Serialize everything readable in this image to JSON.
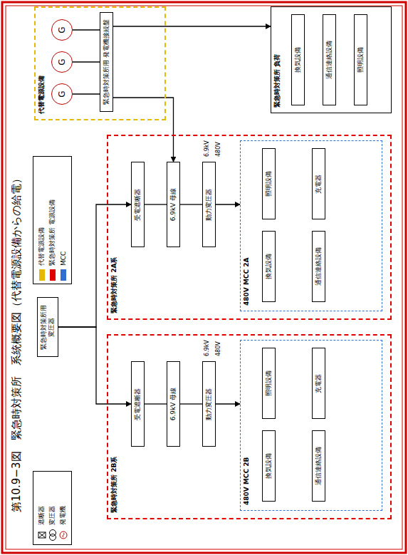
{
  "diagram": {
    "caption": "第10.9−3図　緊急時対策所　系統概要図（代替電源設備からの給電）",
    "nodes": [
      {
        "text": [
          "代替電源設備"
        ]
      },
      {
        "text": [
          "G"
        ],
        "in": 0
      },
      {
        "text": [
          "G"
        ],
        "in": 0
      },
      {
        "text": [
          "G"
        ],
        "in": 0
      },
      {
        "text": [
          "緊急時対策所用 発電機接続盤"
        ],
        "in": 0
      },
      {
        "text": [
          "緊急時対策所 負荷"
        ]
      },
      {
        "text": [
          "換気設備"
        ],
        "in": 5
      },
      {
        "text": [
          "通信連絡設備"
        ],
        "in": 5
      },
      {
        "text": [
          "照明設備"
        ],
        "in": 5
      },
      {
        "text": [
          "緊急時対策所用 変圧器"
        ]
      },
      {
        "text": [
          "緊急時対策所 2A系"
        ]
      },
      {
        "text": [
          "受電遮断器"
        ],
        "in": 10
      },
      {
        "text": [
          "6.9kV 母線"
        ],
        "in": 10
      },
      {
        "text": [
          "動力変圧器"
        ],
        "in": 10
      },
      {
        "text": [
          "480V MCC 2A"
        ],
        "in": 10
      },
      {
        "text": [
          "換気設備"
        ],
        "in": 14
      },
      {
        "text": [
          "照明設備"
        ],
        "in": 14
      },
      {
        "text": [
          "通信連絡設備"
        ],
        "in": 14
      },
      {
        "text": [
          "充電器"
        ],
        "in": 14
      },
      {
        "text": [
          "緊急時対策所 2B系"
        ]
      },
      {
        "text": [
          "受電遮断器"
        ],
        "in": 19
      },
      {
        "text": [
          "6.9kV 母線"
        ],
        "in": 19
      },
      {
        "text": [
          "動力変圧器"
        ],
        "in": 19
      },
      {
        "text": [
          "480V MCC 2B"
        ],
        "in": 19
      },
      {
        "text": [
          "換気設備"
        ],
        "in": 23
      },
      {
        "text": [
          "照明設備"
        ],
        "in": 23
      },
      {
        "text": [
          "通信連絡設備"
        ],
        "in": 23
      },
      {
        "text": [
          "充電器"
        ],
        "in": 23
      }
    ],
    "edges": [
      {
        "from": 1,
        "to": 4,
        "arrow": "none"
      },
      {
        "from": 2,
        "to": 4,
        "arrow": "none"
      },
      {
        "from": 3,
        "to": 4,
        "arrow": "none"
      },
      {
        "from": 4,
        "to": 5,
        "arrow": "to"
      },
      {
        "from": 4,
        "to": 12,
        "arrow": "to"
      },
      {
        "from": 9,
        "to": 11,
        "arrow": "to"
      },
      {
        "from": 9,
        "to": 20,
        "arrow": "to"
      },
      {
        "from": 11,
        "to": 12,
        "arrow": "none"
      },
      {
        "from": 12,
        "to": 13,
        "arrow": "none"
      },
      {
        "from": 13,
        "to": 14,
        "arrow": "to"
      },
      {
        "from": 20,
        "to": 21,
        "arrow": "none"
      },
      {
        "from": 21,
        "to": 22,
        "arrow": "none"
      },
      {
        "from": 22,
        "to": 23,
        "arrow": "to"
      }
    ],
    "labels": [
      "6.9kV",
      "480V",
      "6.9kV",
      "480V"
    ],
    "legend": [
      {
        "text": "代替電源設備",
        "color": "#e6b800"
      },
      {
        "text": "緊急時対策所 電源設備",
        "color": "#e00000"
      },
      {
        "text": "MCC",
        "color": "#2f6fd0"
      },
      {
        "text": "遮断器"
      },
      {
        "text": "変圧器"
      },
      {
        "text": "発電機"
      }
    ]
  }
}
